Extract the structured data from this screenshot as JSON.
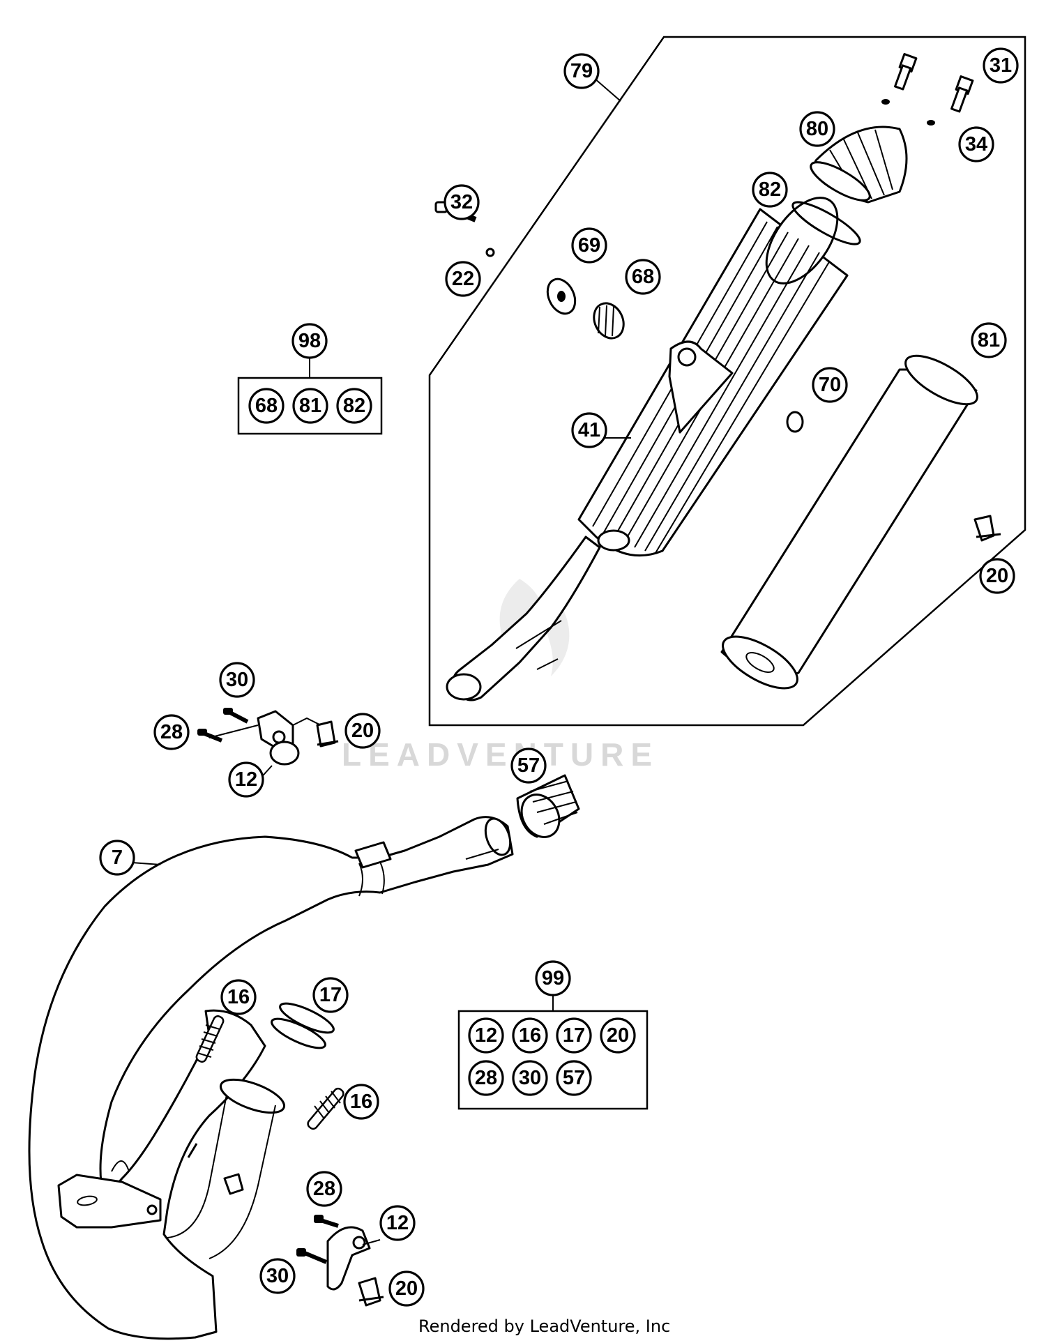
{
  "watermark_text": "LEADVENTURE",
  "footer_text": "Rendered by LeadVenture, Inc",
  "callouts": {
    "c79": "79",
    "c31": "31",
    "c80": "80",
    "c34": "34",
    "c82": "82",
    "c32": "32",
    "c22": "22",
    "c69": "69",
    "c68": "68",
    "c81": "81",
    "c70": "70",
    "c41": "41",
    "c20a": "20",
    "c98": "98",
    "c30a": "30",
    "c28a": "28",
    "c20b": "20",
    "c12a": "12",
    "c57": "57",
    "c7": "7",
    "c16a": "16",
    "c17": "17",
    "c16b": "16",
    "c99": "99",
    "c28b": "28",
    "c12b": "12",
    "c30b": "30",
    "c20c": "20"
  },
  "kit98": [
    "68",
    "81",
    "82"
  ],
  "kit99": [
    "12",
    "16",
    "17",
    "20",
    "28",
    "30",
    "57"
  ]
}
